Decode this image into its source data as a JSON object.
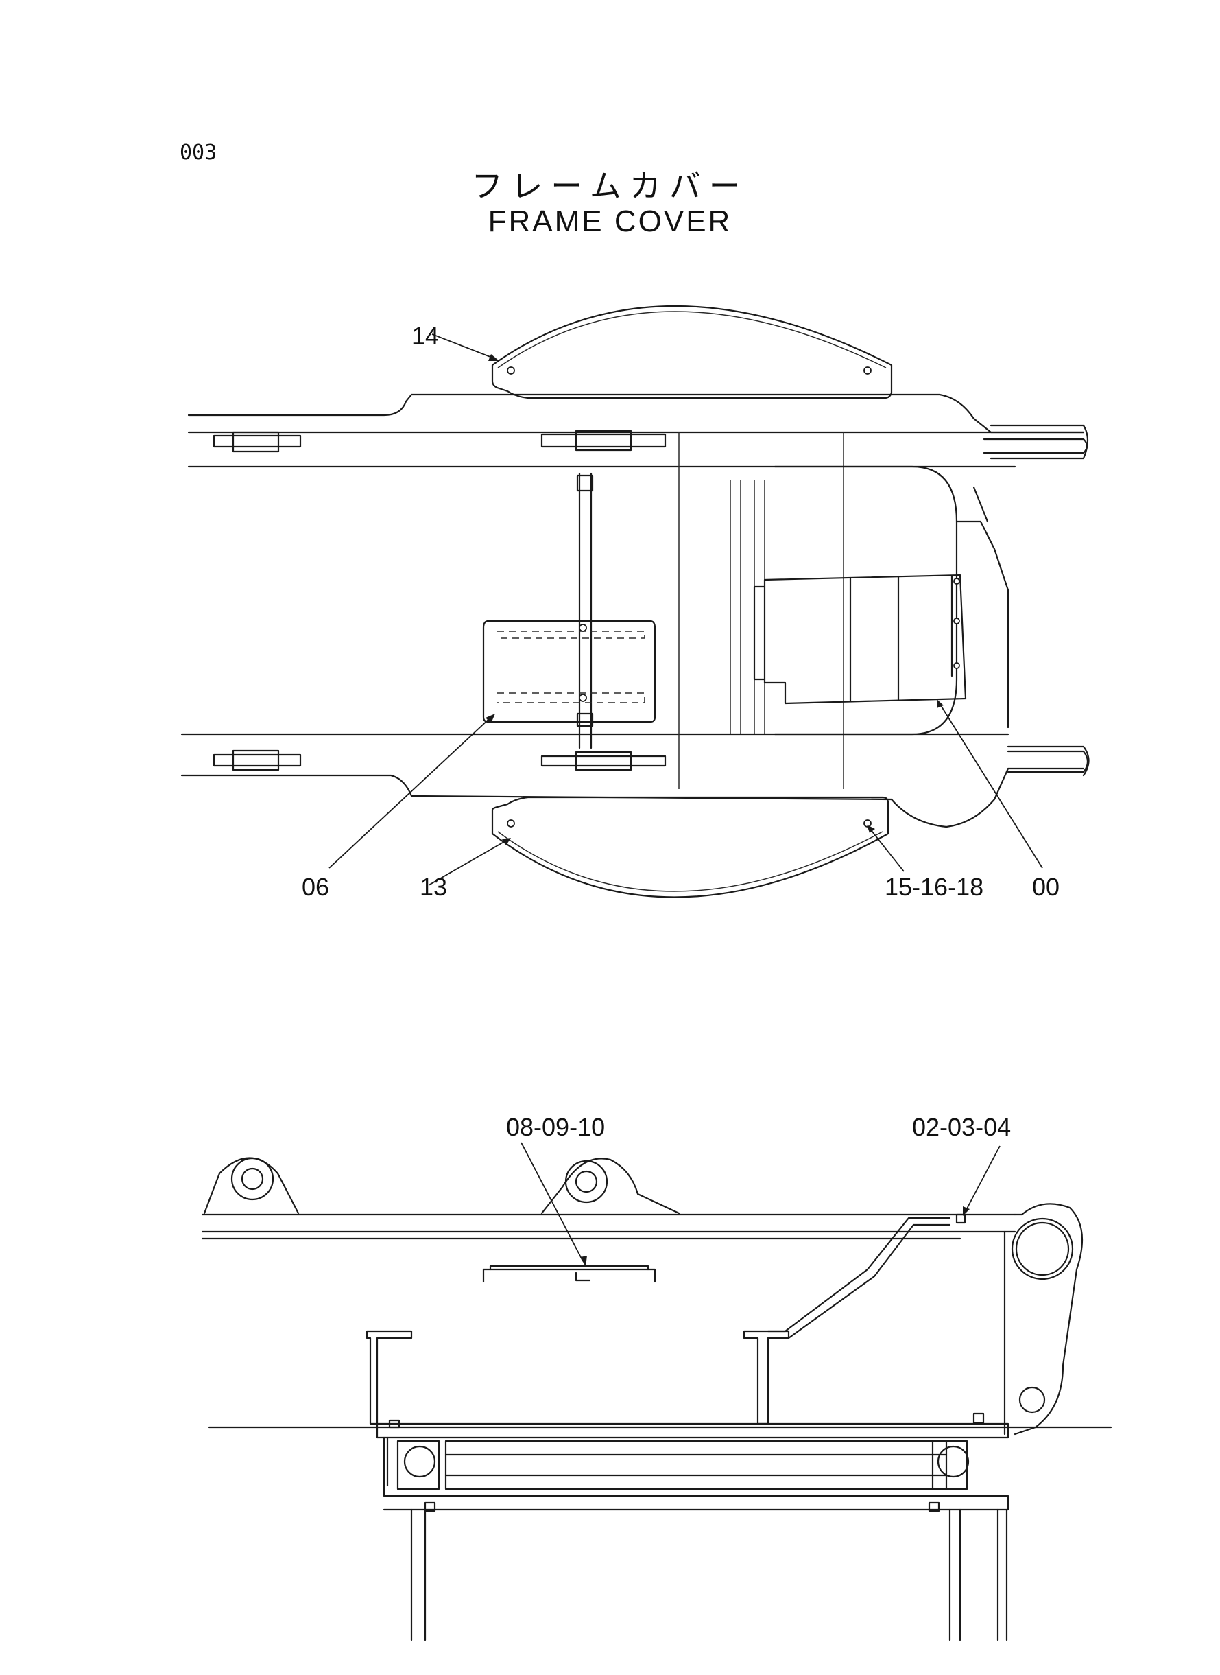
{
  "page_number": "003",
  "title_japanese": "フレームカバー",
  "title_english": "FRAME COVER",
  "callouts_top_view": {
    "c14": "14",
    "c06": "06",
    "c13": "13",
    "c151618": "15-16-18",
    "c00": "00"
  },
  "callouts_side_view": {
    "c080910": "08-09-10",
    "c020304": "02-03-04"
  }
}
